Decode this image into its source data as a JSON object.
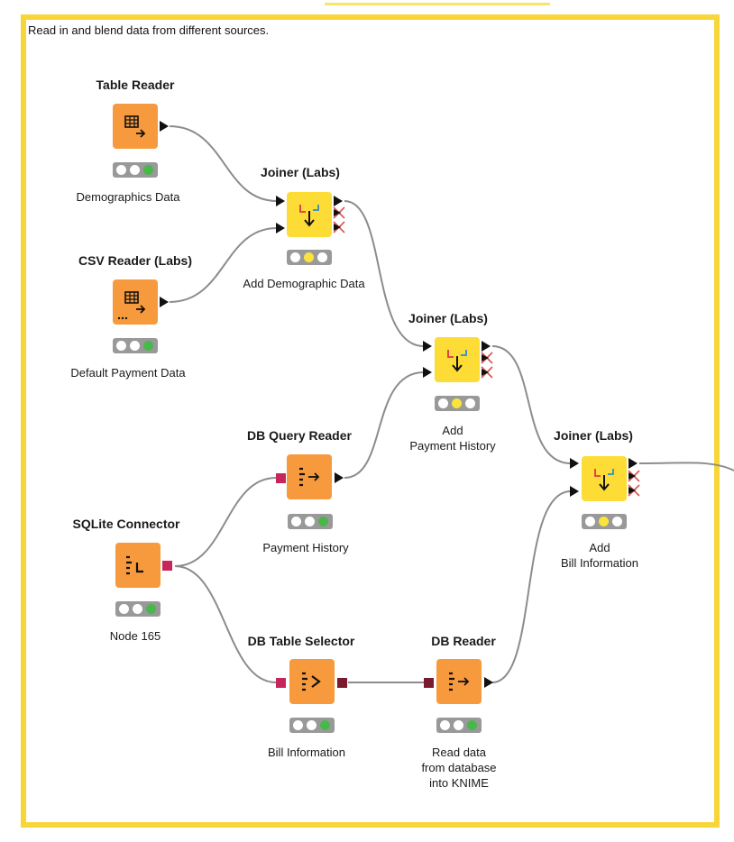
{
  "annotation": {
    "text": "Read in and blend data from different sources."
  },
  "nodes": {
    "table_reader": {
      "title": "Table Reader",
      "label": "Demographics Data"
    },
    "csv_reader": {
      "title": "CSV Reader (Labs)",
      "label": "Default Payment Data"
    },
    "joiner1": {
      "title": "Joiner (Labs)",
      "label": "Add Demographic Data"
    },
    "joiner2": {
      "title": "Joiner (Labs)",
      "label": "Add\nPayment History"
    },
    "joiner3": {
      "title": "Joiner (Labs)",
      "label": "Add\nBill  Information"
    },
    "db_query_reader": {
      "title": "DB Query Reader",
      "label": "Payment History"
    },
    "sqlite_connector": {
      "title": "SQLite Connector",
      "label": "Node 165"
    },
    "db_table_selector": {
      "title": "DB Table Selector",
      "label": "Bill Information"
    },
    "db_reader": {
      "title": "DB Reader",
      "label": "Read data\nfrom database\ninto KNIME"
    }
  },
  "colors": {
    "annotation_border": "#f8d538",
    "source_node": "#f79a3e",
    "manipulator_node": "#fddc36",
    "db_port": "#c8265b",
    "db_data_port": "#7a1a2f",
    "status_ok": "#4ab74a",
    "status_configured": "#fbe33c",
    "wire": "#8c8c8c"
  },
  "icons": {
    "table_reader": "table-reader-icon",
    "csv_reader": "csv-reader-icon",
    "joiner": "joiner-icon",
    "db_query_reader": "db-query-reader-icon",
    "sqlite_connector": "sqlite-connector-icon",
    "db_table_selector": "db-table-selector-icon",
    "db_reader": "db-reader-icon"
  }
}
